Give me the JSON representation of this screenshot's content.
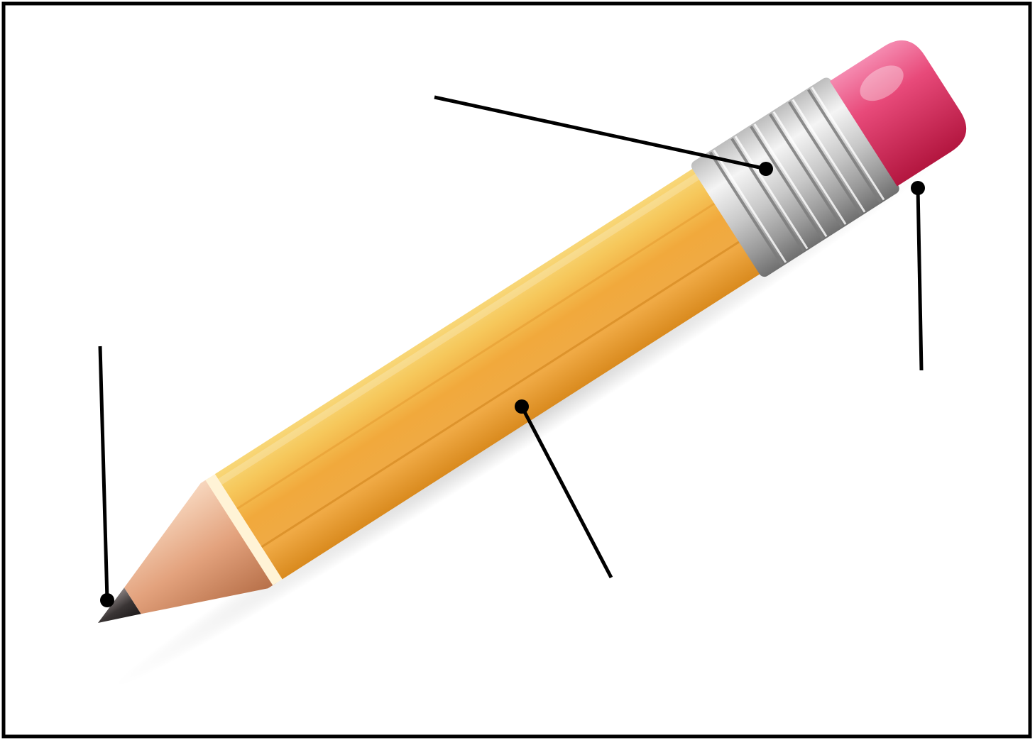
{
  "diagram": {
    "subject": "pencil",
    "labels": [],
    "callouts": [
      {
        "target": "graphite-tip"
      },
      {
        "target": "metal-ferrule"
      },
      {
        "target": "eraser"
      },
      {
        "target": "wooden-barrel"
      }
    ],
    "colors": {
      "frame": "#000000",
      "background": "#ffffff",
      "barrel_light": "#f6c85c",
      "barrel_mid": "#f1a93c",
      "barrel_dark": "#d98a1e",
      "wood_light": "#f3c6a5",
      "wood_dark": "#c98259",
      "graphite": "#3a3535",
      "ferrule_light": "#f2f2f2",
      "ferrule_dark": "#8f8f8f",
      "eraser_light": "#f05a8a",
      "eraser_dark": "#c41f4a",
      "leader_line": "#000000"
    }
  }
}
